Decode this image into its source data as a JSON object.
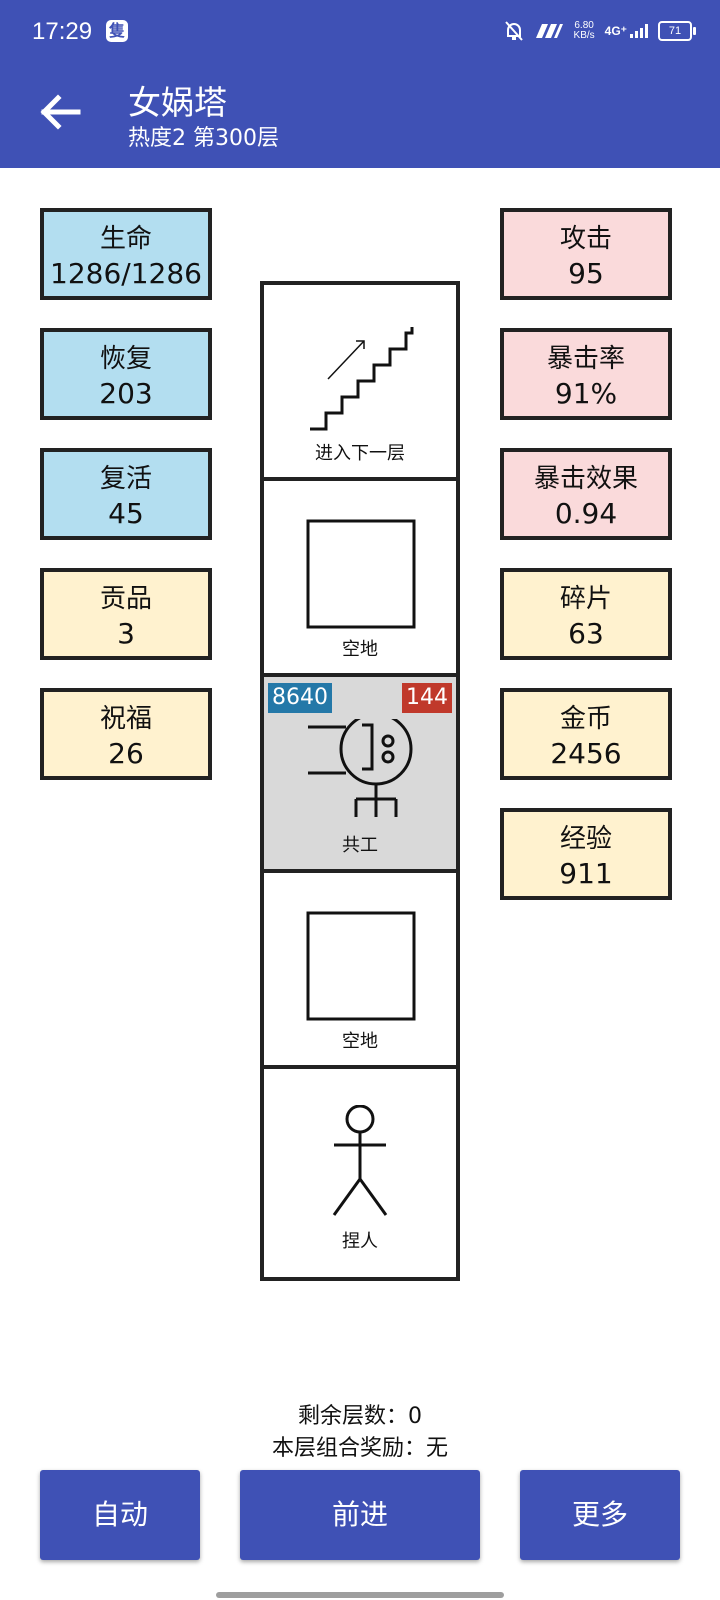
{
  "status_bar": {
    "time": "17:29",
    "app_badge": "隻",
    "net_speed_value": "6.80",
    "net_speed_unit": "KB/s",
    "network": "4G⁺",
    "battery": "71"
  },
  "header": {
    "title": "女娲塔",
    "subtitle": "热度2 第300层"
  },
  "left_stats": [
    {
      "name": "生命",
      "value": "1286/1286"
    },
    {
      "name": "恢复",
      "value": "203"
    },
    {
      "name": "复活",
      "value": "45"
    },
    {
      "name": "贡品",
      "value": "3"
    },
    {
      "name": "祝福",
      "value": "26"
    }
  ],
  "right_stats": [
    {
      "name": "攻击",
      "value": "95"
    },
    {
      "name": "暴击率",
      "value": "91%"
    },
    {
      "name": "暴击效果",
      "value": "0.94"
    },
    {
      "name": "碎片",
      "value": "63"
    },
    {
      "name": "金币",
      "value": "2456"
    },
    {
      "name": "经验",
      "value": "911"
    }
  ],
  "tower": {
    "cells": [
      {
        "label": "进入下一层",
        "icon": "stairs-icon"
      },
      {
        "label": "空地",
        "icon": "empty-square-icon"
      },
      {
        "label": "共工",
        "icon": "monster-icon",
        "hp": "8640",
        "attack": "144"
      },
      {
        "label": "空地",
        "icon": "empty-square-icon"
      },
      {
        "label": "捏人",
        "icon": "stick-figure-icon"
      }
    ]
  },
  "info": {
    "remaining_label": "剩余层数：0",
    "bonus_label": "本层组合奖励：无"
  },
  "buttons": {
    "auto": "自动",
    "forward": "前进",
    "more": "更多"
  },
  "colors": {
    "primary": "#3f51b5",
    "hp_badge": "#2478a8",
    "attack_badge": "#c0392b",
    "stat_blue": "#b3def0",
    "stat_pink": "#fadadb",
    "stat_yellow": "#fff2cf"
  }
}
